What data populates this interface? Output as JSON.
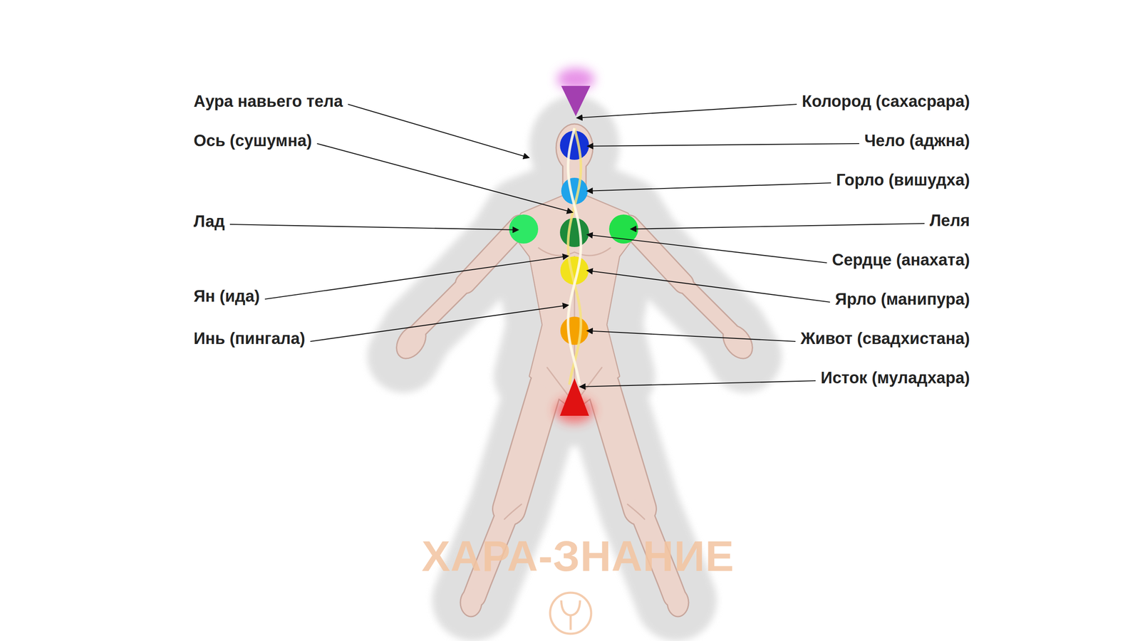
{
  "diagram": {
    "labels": [
      "Аура навьего тела",
      "Колород (сахасрара)",
      "Ось (сушумна)",
      "Чело (аджна)",
      "Горло (вишудха)",
      "Лад",
      "Леля",
      "Сердце (анахата)",
      "Ян (ида)",
      "Ярло (манипура)",
      "Инь (пингала)",
      "Живот (свадхистана)",
      "Исток (муладхара)",
      "ХАРА-ЗНАНИЕ"
    ]
  }
}
